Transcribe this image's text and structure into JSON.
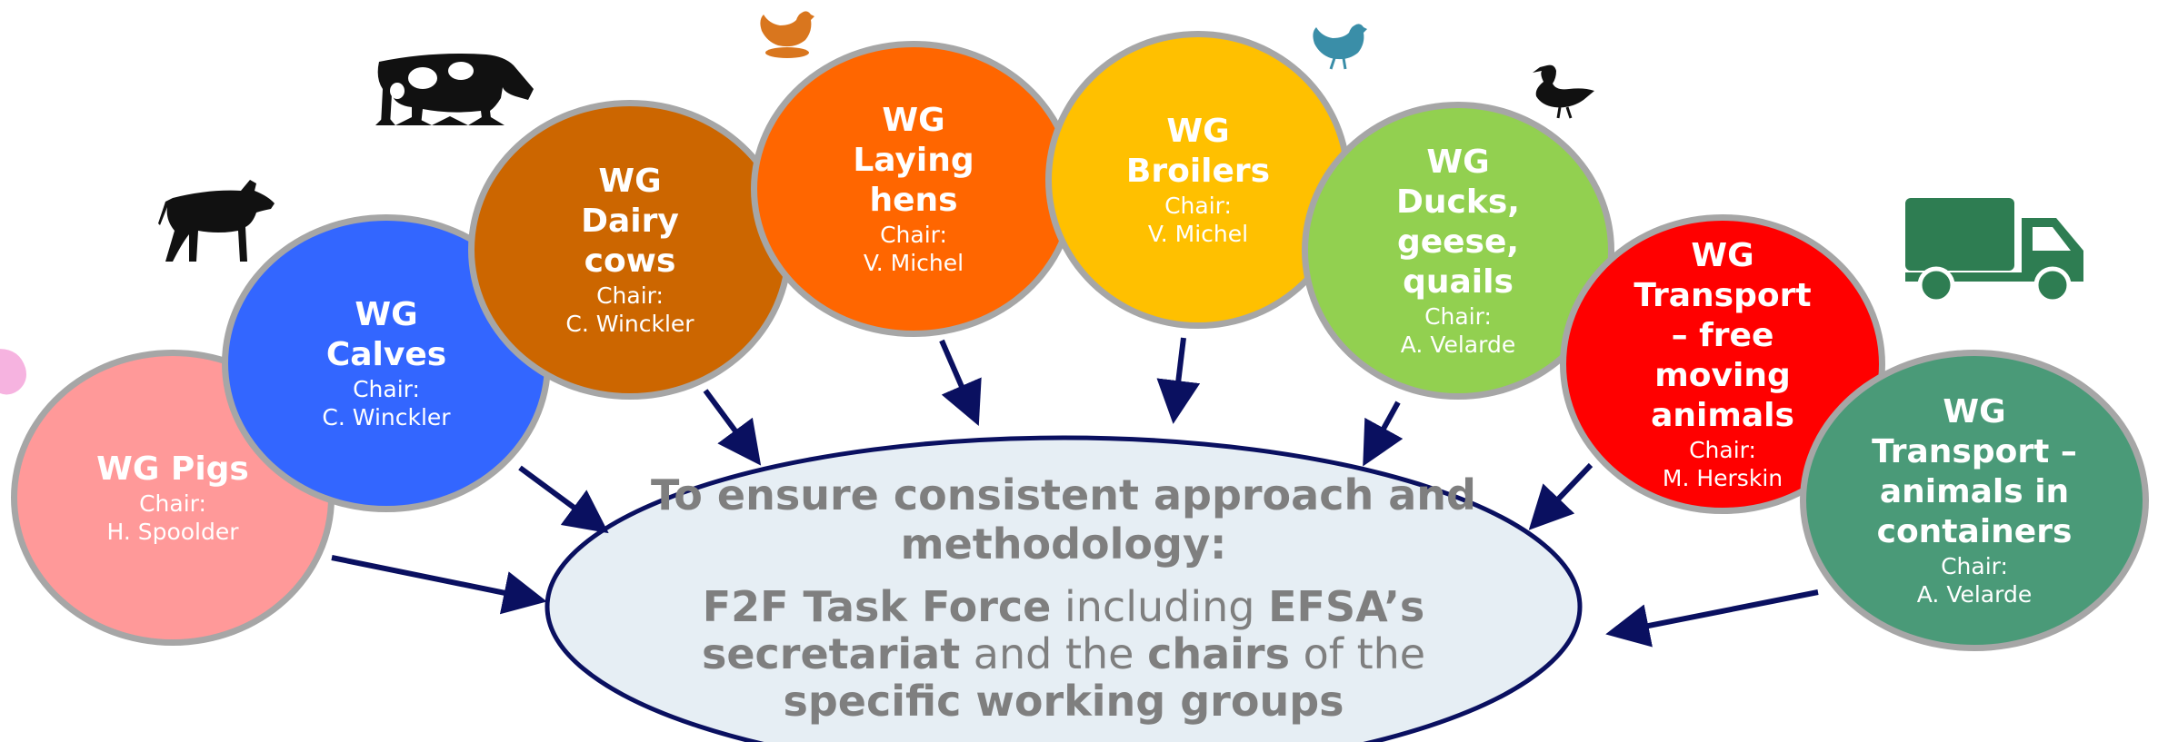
{
  "nodes": {
    "pigs": {
      "title": "WG Pigs",
      "chair_label": "Chair:",
      "chair": "H. Spoolder",
      "color": "#ff9999"
    },
    "calves": {
      "title": "WG Calves",
      "chair_label": "Chair:",
      "chair": "C. Winckler",
      "color": "#3366ff"
    },
    "dairy_cows": {
      "title": "WG Dairy cows",
      "chair_label": "Chair:",
      "chair": "C. Winckler",
      "color": "#cc6600"
    },
    "laying_hens": {
      "title": "WG Laying hens",
      "chair_label": "Chair:",
      "chair": "V. Michel",
      "color": "#ff6600"
    },
    "broilers": {
      "title": "WG Broilers",
      "chair_label": "Chair:",
      "chair": "V. Michel",
      "color": "#ffc000"
    },
    "ducks": {
      "title": "WG Ducks, geese, quails",
      "chair_label": "Chair:",
      "chair": "A. Velarde",
      "color": "#92d050"
    },
    "transport_free": {
      "title": "WG Transport – free moving animals",
      "chair_label": "Chair:",
      "chair": "M. Herskin",
      "color": "#ff0000"
    },
    "transport_containers": {
      "title": "WG Transport – animals in containers",
      "chair_label": "Chair:",
      "chair": "A. Velarde",
      "color": "#4a9a78"
    }
  },
  "center": {
    "heading": "To ensure consistent approach and methodology:",
    "b1": "F2F Task Force",
    "t1": " including ",
    "b2": "EFSA’s secretariat",
    "t2": " and the ",
    "b3": "chairs",
    "t3": " of the ",
    "b4": "specific working groups"
  },
  "icons": [
    "pig-icon",
    "calf-icon",
    "cow-icon",
    "hen-icon",
    "broiler-icon",
    "duck-icon",
    "truck-icon"
  ]
}
